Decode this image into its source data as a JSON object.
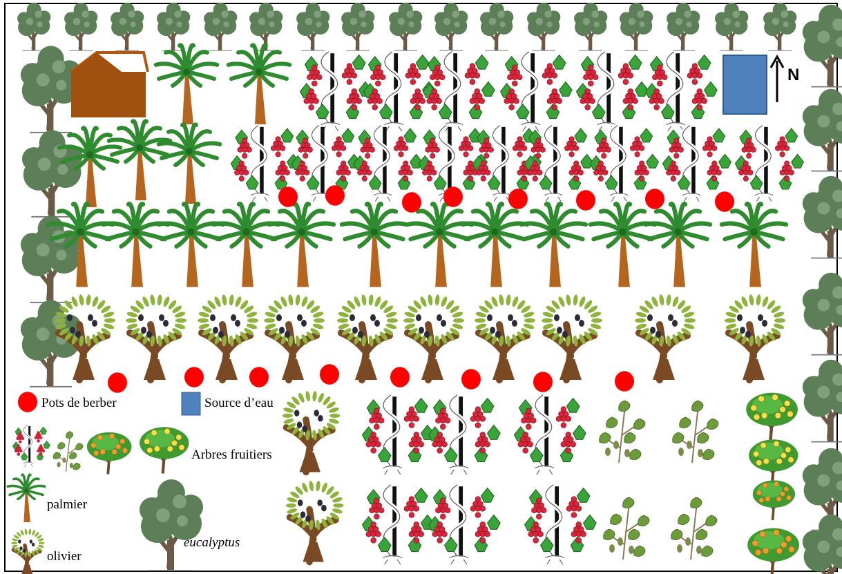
{
  "compass": {
    "label": "N"
  },
  "legend": {
    "pots": "Pots de berber",
    "water": "Source d’eau",
    "fruit_trees": "Arbres fruitiers",
    "palm": "palmier",
    "olive": "olivier",
    "eucalyptus": "eucalyptus"
  },
  "colors": {
    "pot": "#ff0000",
    "water": "#4f81bd",
    "house": "#a0500f",
    "palm_leaf": "#2e8b2e",
    "palm_trunk": "#b5651d",
    "grape": "#d9263a",
    "vine_leaf": "#3aa33a",
    "olive_leaf": "#8db33a",
    "olive_trunk": "#7a4a24",
    "eucalyptus_leaf": "#5c7f58",
    "fig_leaf": "#6e9b3a",
    "lemon": "#f5e04a",
    "orange": "#f39a2b"
  },
  "icons": [
    "eucalyptus-icon",
    "palm-tree-icon",
    "grapevine-icon",
    "olive-tree-icon",
    "fig-tree-icon",
    "lemon-tree-icon",
    "orange-tree-icon",
    "house-icon",
    "water-source-icon",
    "berber-pot-icon",
    "north-arrow-icon"
  ]
}
